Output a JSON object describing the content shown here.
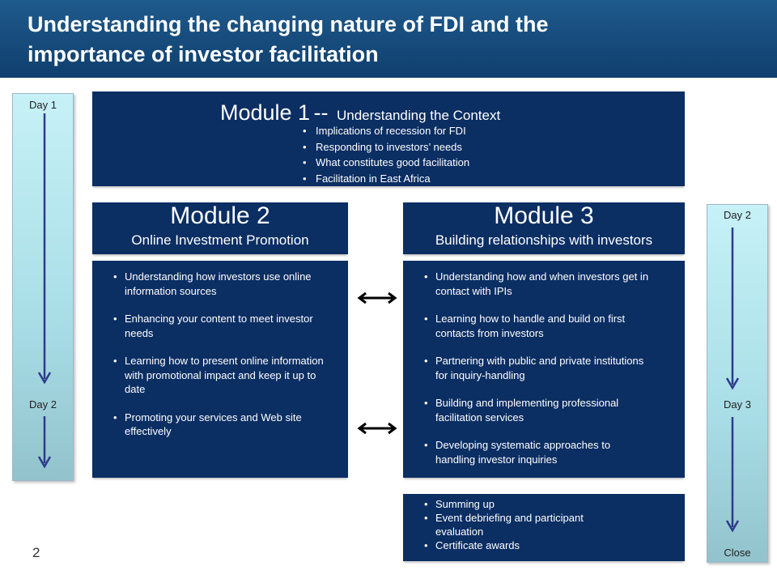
{
  "header": {
    "title_line1": "Understanding the changing nature of FDI and the",
    "title_line2": "importance of investor facilitation"
  },
  "timeline_left": {
    "labels": [
      "Day 1",
      "Day 2"
    ]
  },
  "timeline_right": {
    "labels": [
      "Day 2",
      "Day 3",
      "Close"
    ]
  },
  "module1": {
    "name": "Module 1",
    "dash": "--",
    "subtitle": "Understanding the Context",
    "bullets": [
      "Implications of recession for FDI",
      "Responding to investors’ needs",
      "What constitutes good facilitation",
      "Facilitation in East Africa"
    ]
  },
  "module2": {
    "name": "Module 2",
    "subtitle": "Online Investment Promotion",
    "bullets": [
      "Understanding how investors use online information sources",
      "Enhancing your content to meet investor needs",
      "Learning how to present online information with promotional impact and keep it up to date",
      "Promoting your services and Web site effectively"
    ]
  },
  "module3": {
    "name": "Module 3",
    "subtitle": "Building relationships with investors",
    "bullets": [
      "Understanding how and when investors get in contact with IPIs",
      "Learning how to handle and build on first contacts from investors",
      "Partnering with public and private institutions for inquiry-handling",
      "Building and implementing professional facilitation services",
      "Developing systematic approaches to handling investor inquiries"
    ]
  },
  "closing": {
    "bullets": [
      "Summing up",
      "Event debriefing and participant evaluation",
      "Certificate awards"
    ]
  },
  "page_number": "2",
  "colors": {
    "header_bg": "#0f3f6e",
    "module_bg": "#0b2e63",
    "arrow": "#2e3a8c",
    "timeline_bg": "#b3e6ee"
  }
}
